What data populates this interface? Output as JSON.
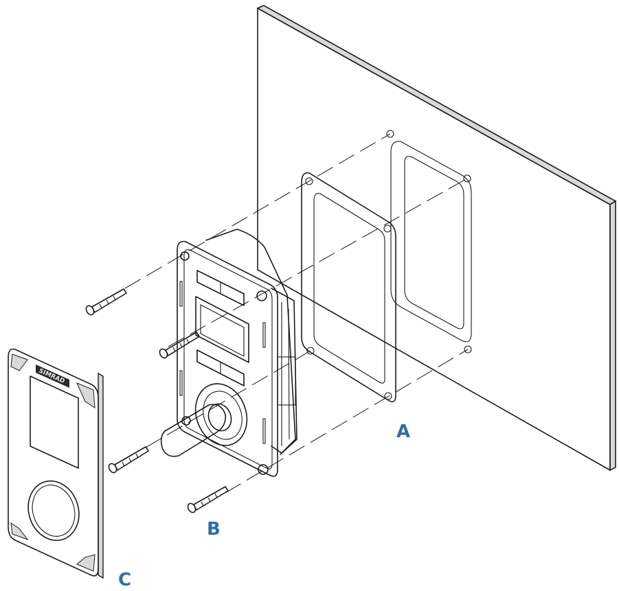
{
  "diagram": {
    "callouts": {
      "a": "A",
      "b": "B",
      "c": "C"
    },
    "logo_text": "SIMRAD",
    "colors": {
      "callout": "#2f6ea6",
      "line": "#1a1a1a",
      "shade": "#d9d9d9",
      "background": "#ffffff"
    }
  }
}
